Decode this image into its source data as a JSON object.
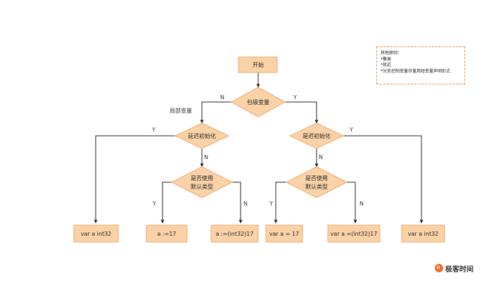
{
  "flowchart": {
    "start": "开始",
    "q_package": "包级变量",
    "local_label": "局部变量",
    "q_delay_left": "延迟初始化",
    "q_delay_right": "是迟初始化",
    "q_default_left": [
      "是否使用",
      "默认类型"
    ],
    "q_default_right": [
      "是否使用",
      "默认类型"
    ],
    "yes": "Y",
    "no": "N",
    "results": {
      "r1": "var a int32",
      "r2": "a :=17",
      "r3": "a :=(int32)17",
      "r4": "var a = 17",
      "r5": "var a =(int32)17",
      "r6": "var a int32"
    }
  },
  "notes": {
    "title": "其他原则：",
    "items": [
      "*聚类",
      "*就近",
      "*分支控制变量尽量用短变量声明形式"
    ]
  },
  "brand": {
    "name": "极客时间"
  },
  "colors": {
    "node_fill": "#fbd2a8",
    "node_stroke": "#f0a868",
    "line": "#222222",
    "accent": "#f08a3c"
  }
}
